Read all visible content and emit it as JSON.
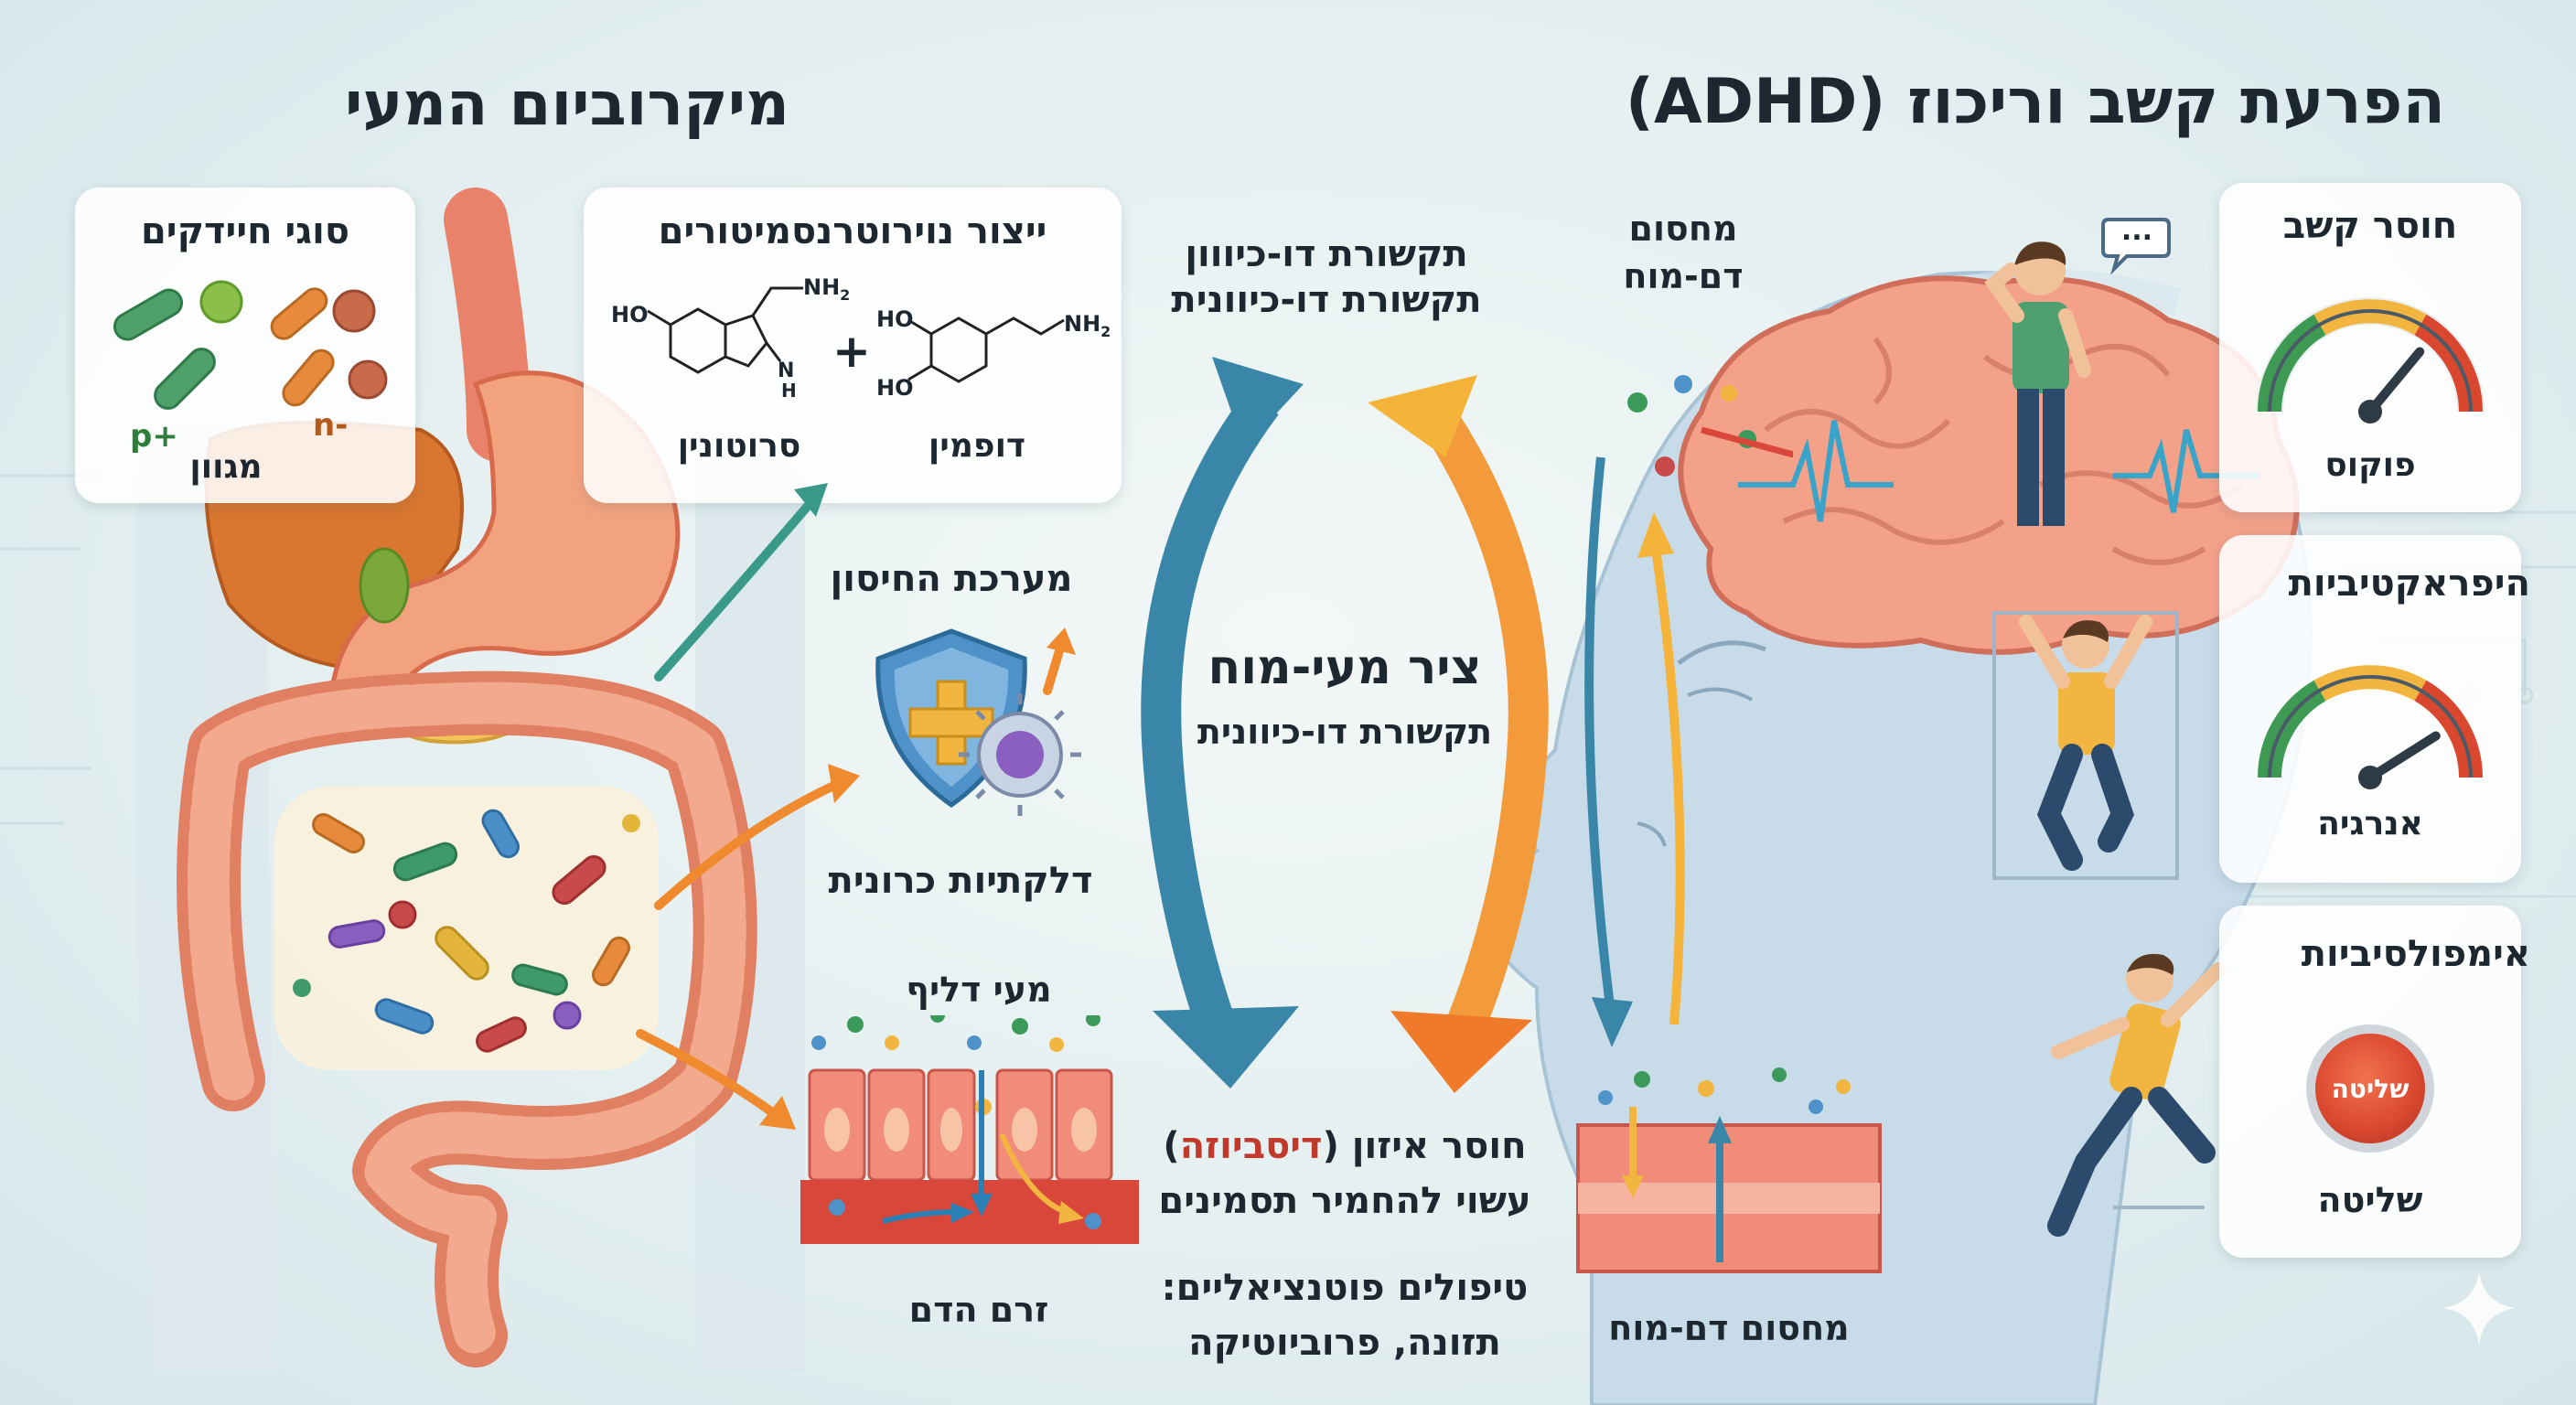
{
  "gut": {
    "title": "מיקרוביום המעי",
    "bacteria_card": {
      "title": "סוגי חיידקים",
      "diversity_label": "מגוון",
      "p_label": "p+",
      "n_label": "n-"
    },
    "neuro_card": {
      "title": "ייצור נוירוטרנסמיטורים",
      "serotonin": "סרוטונין",
      "dopamine": "דופמין",
      "plus": "+",
      "ho1": "HO",
      "nh2_1": "NH",
      "nh2_1_sub": "2",
      "ho2": "HO",
      "ho3": "HO",
      "nh2_2": "NH",
      "nh2_2_sub": "2",
      "h_label": "H",
      "n_label": "N"
    },
    "immune_label": "מערכת החיסון",
    "inflammation_label": "דלקתיות כרונית",
    "leaky_gut_label": "מעי דליף",
    "blood_flow_label": "זרם הדם"
  },
  "axis": {
    "top_line1": "תקשורת דו-כיווון",
    "top_line2": "תקשורת דו-כיוונית",
    "center_title": "ציר מעי-מוח",
    "center_sub": "תקשורת דו-כיוונית",
    "imbalance_pre": "חוסר איזון (",
    "imbalance_term": "דיסביוזה",
    "imbalance_post": ")",
    "worsen": "עשוי להחמיר תסמינים",
    "treatments_title": "טיפולים פוטנציאליים:",
    "treatments": "תזונה, פרוביוטיקה"
  },
  "adhd": {
    "title": "הפרעת קשב וריכוז (ADHD)",
    "bbb_top_line1": "מחסום",
    "bbb_top_line2": "דם-מוח",
    "bbb_bottom": "מחסום דם-מוח",
    "speech": "...",
    "attention": {
      "title": "חוסר קשב",
      "gauge_label": "פוקוס",
      "level": 0.72
    },
    "hyper": {
      "title": "היפראקטיביות",
      "gauge_label": "אנרגיה",
      "level": 0.82
    },
    "impulse": {
      "title": "אימפולסיביות",
      "button_label": "שליטה",
      "bottom_label": "שליטה"
    }
  },
  "colors": {
    "arrow_blue": "#3a86a8",
    "arrow_orange": "#f08a2e",
    "dysbiosis_red": "#c0392b",
    "gauge_red": "#d9472f",
    "gauge_green": "#3e9a52"
  }
}
